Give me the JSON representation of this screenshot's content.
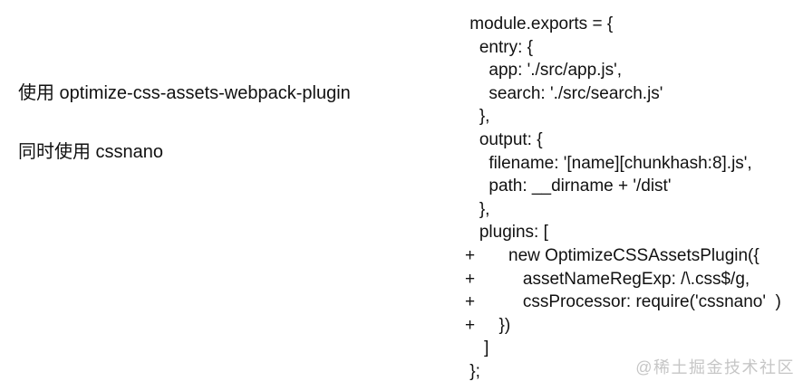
{
  "page": {
    "background_color": "#ffffff",
    "text_color": "#111111",
    "watermark_color": "#c6c6c6"
  },
  "notes": {
    "line1": "使用 optimize-css-assets-webpack-plugin",
    "line2": "同时使用 cssnano"
  },
  "code": {
    "language": "javascript",
    "lines": [
      " module.exports = {",
      "   entry: {",
      "     app: './src/app.js',",
      "     search: './src/search.js'",
      "   },",
      "   output: {",
      "     filename: '[name][chunkhash:8].js',",
      "     path: __dirname + '/dist'",
      "   },",
      "   plugins: [",
      "+       new OptimizeCSSAssetsPlugin({",
      "+          assetNameRegExp: /\\.css$/g,",
      "+          cssProcessor: require('cssnano'  )",
      "+     })",
      "    ]",
      " };"
    ]
  },
  "watermark": {
    "text": "@稀土掘金技术社区"
  }
}
